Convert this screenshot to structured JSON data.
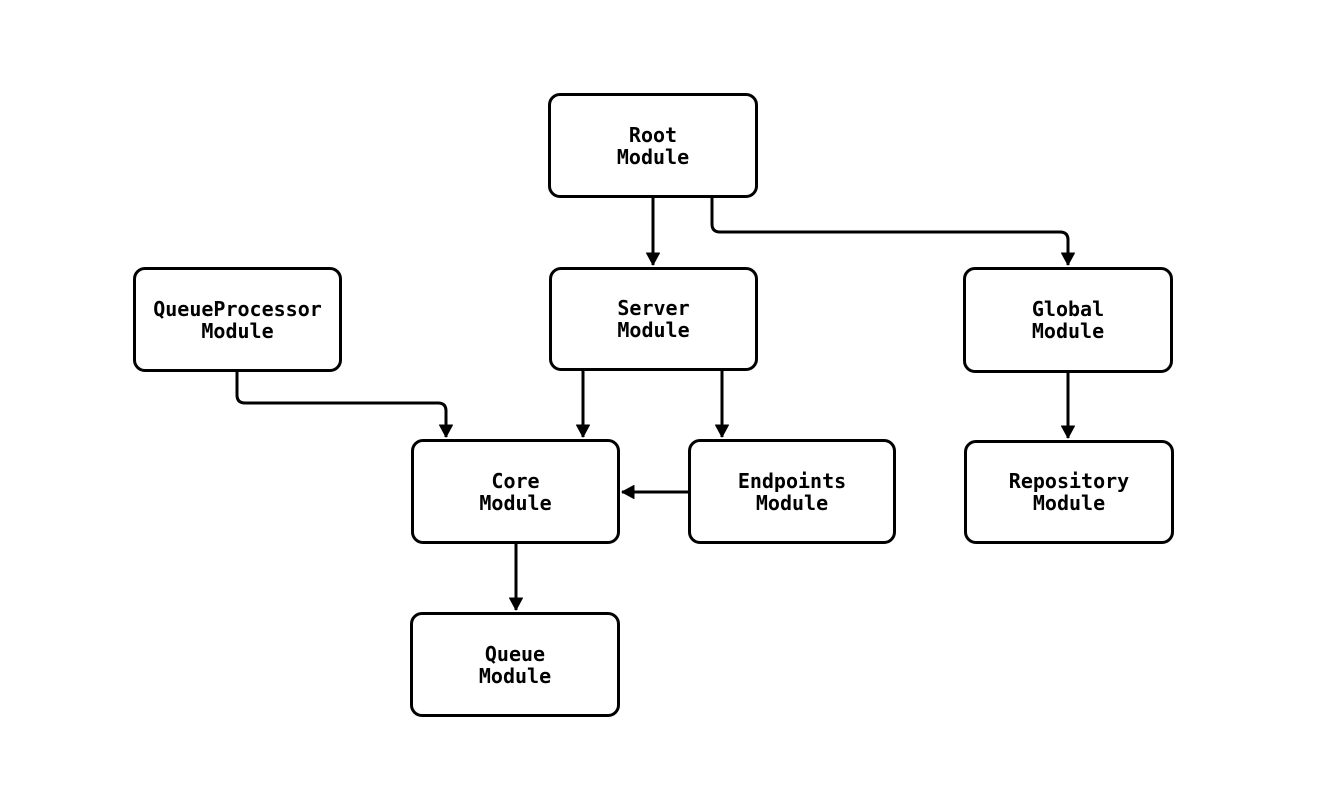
{
  "diagram": {
    "type": "flowchart",
    "colors": {
      "line": "#000000",
      "node_fill": "#ffffff",
      "background": "#ffffff",
      "text": "#000000"
    },
    "nodes": [
      {
        "id": "root",
        "label_line1": "Root",
        "label_line2": "Module"
      },
      {
        "id": "queueprocessor",
        "label_line1": "QueueProcessor",
        "label_line2": "Module"
      },
      {
        "id": "server",
        "label_line1": "Server",
        "label_line2": "Module"
      },
      {
        "id": "global",
        "label_line1": "Global",
        "label_line2": "Module"
      },
      {
        "id": "core",
        "label_line1": "Core",
        "label_line2": "Module"
      },
      {
        "id": "endpoints",
        "label_line1": "Endpoints",
        "label_line2": "Module"
      },
      {
        "id": "repository",
        "label_line1": "Repository",
        "label_line2": "Module"
      },
      {
        "id": "queue",
        "label_line1": "Queue",
        "label_line2": "Module"
      }
    ],
    "edges": [
      {
        "from": "root",
        "to": "server"
      },
      {
        "from": "root",
        "to": "global"
      },
      {
        "from": "queueprocessor",
        "to": "core"
      },
      {
        "from": "server",
        "to": "core"
      },
      {
        "from": "server",
        "to": "endpoints"
      },
      {
        "from": "endpoints",
        "to": "core"
      },
      {
        "from": "global",
        "to": "repository"
      },
      {
        "from": "core",
        "to": "queue"
      }
    ]
  }
}
